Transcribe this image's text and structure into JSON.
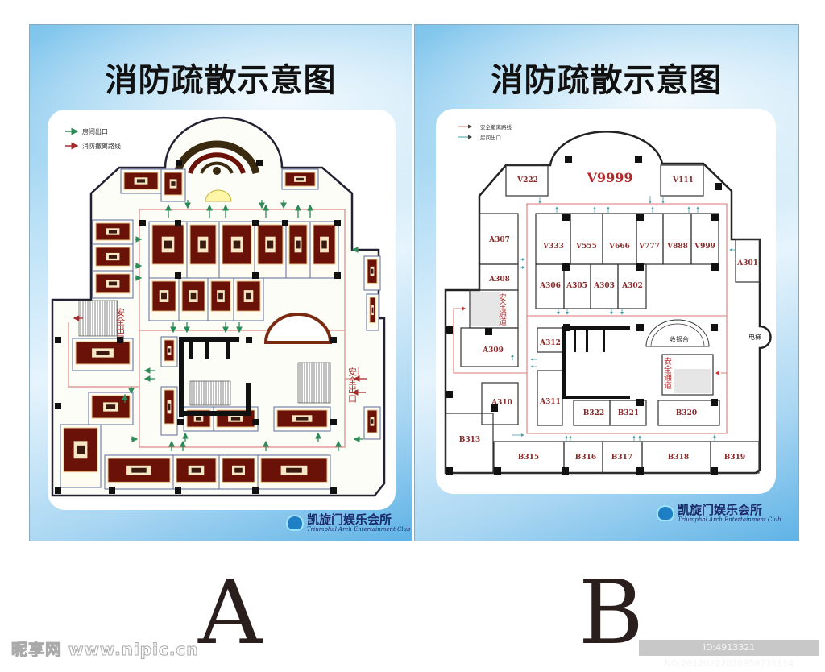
{
  "panels": [
    {
      "title": "消防疏散示意图",
      "legend": [
        {
          "label": "房间出口",
          "color": "#2e8b57"
        },
        {
          "label": "消防撤离路线",
          "color": "#a52a2a"
        }
      ],
      "exit_labels": [
        "安全出口",
        "安全出口"
      ],
      "logo": {
        "name": "凯旋门娱乐会所",
        "subtitle": "Triumphal Arch Entertainment Club"
      },
      "letter": "A"
    },
    {
      "title": "消防疏散示意图",
      "legend": [
        {
          "label": "安全撤离路线",
          "color": "#c0392b"
        },
        {
          "label": "房间出口",
          "color": "#3a9aa8"
        }
      ],
      "rooms": [
        "V222",
        "V9999",
        "V111",
        "V333",
        "V555",
        "V666",
        "V777",
        "V888",
        "V999",
        "A306",
        "A305",
        "A303",
        "A302",
        "A307",
        "A308",
        "A301",
        "A309",
        "A312",
        "A311",
        "A310",
        "B322",
        "B321",
        "B320",
        "B313",
        "B315",
        "B316",
        "B317",
        "B318",
        "B319"
      ],
      "labels": {
        "stair_left": "安全通道",
        "stair_right": "安全通道",
        "cashier": "收银台",
        "elevator": "电梯"
      },
      "logo": {
        "name": "凯旋门娱乐会所",
        "subtitle": "Triumphal Arch Entertainment Club"
      },
      "letter": "B"
    }
  ],
  "watermark": "昵享网 www.nipic.cn",
  "image_id": "ID:4913321 NO:20120222010958735114",
  "colors": {
    "wall": "#222222",
    "route": "#c0392b",
    "exit": "#2e8b57",
    "furniture": "#6b1208"
  }
}
